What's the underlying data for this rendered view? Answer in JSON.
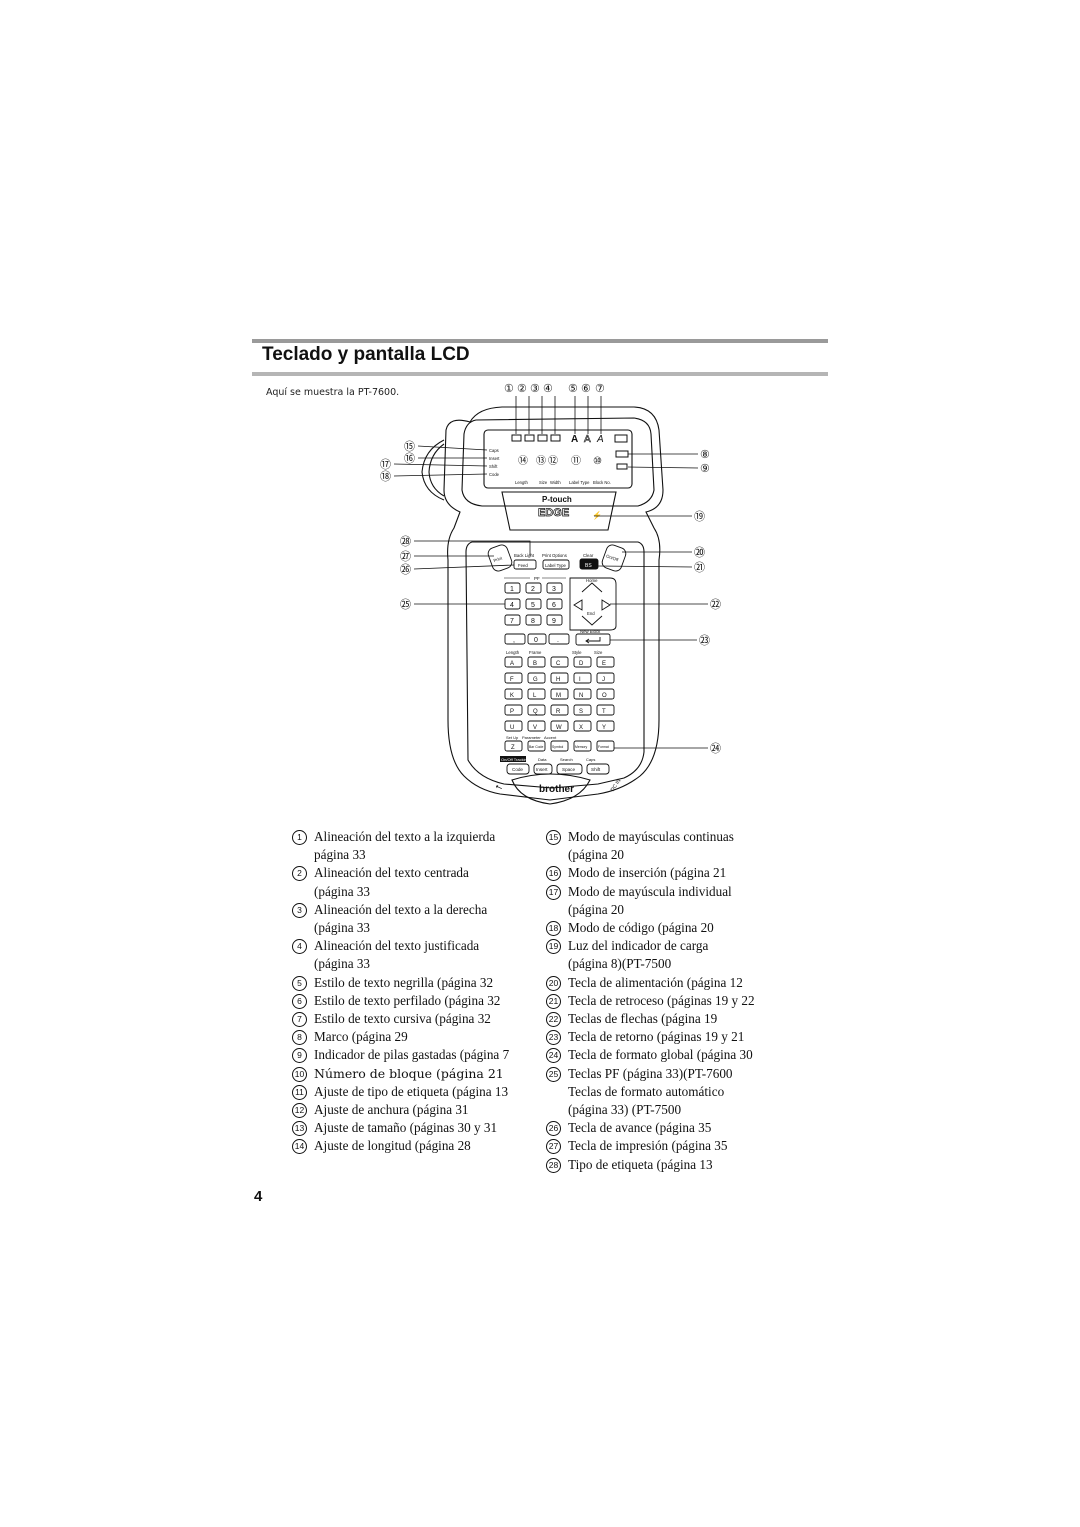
{
  "section": {
    "title": "Teclado y pantalla LCD",
    "caption": "Aquí se muestra la PT-7600."
  },
  "device": {
    "lcd_indicators": [
      "Caps",
      "Insert",
      "Shift",
      "Code"
    ],
    "lcd_bottom_labels": [
      "Length",
      "Size",
      "Width",
      "Label Type",
      "Block No."
    ],
    "logo_line1": "P-touch",
    "logo_line2": "EDGE",
    "top_keys": {
      "print": "Print",
      "feed": "Feed",
      "label_type": "Label Type",
      "bs": "BS",
      "on_off": "On/Off",
      "back_light": "Back Light",
      "print_options": "Print Options",
      "clear": "Clear"
    },
    "pf_label": "PF",
    "home_label": "Home",
    "end_label": "End",
    "new_block_label": "New Block",
    "num_keys": [
      "1",
      "2",
      "3",
      "4",
      "5",
      "6",
      "7",
      "8",
      "9",
      ",",
      "0",
      "."
    ],
    "func_labels": [
      "Length",
      "Frame",
      "Style",
      "Size"
    ],
    "letter_rows": [
      [
        "A",
        "B",
        "C",
        "D",
        "E"
      ],
      [
        "F",
        "G",
        "H",
        "I",
        "J"
      ],
      [
        "K",
        "L",
        "M",
        "N",
        "O"
      ],
      [
        "P",
        "Q",
        "R",
        "S",
        "T"
      ],
      [
        "U",
        "V",
        "W",
        "X",
        "Y"
      ]
    ],
    "lower_labels": [
      "Set Up",
      "Parameter",
      "Accent"
    ],
    "bottom_row": [
      "Z",
      "Bar Code",
      "Symbol",
      "Memory",
      "Format"
    ],
    "mod_labels": [
      "On/Off Tracking",
      "Data",
      "Search",
      "Caps"
    ],
    "mod_keys": [
      "Code",
      "Insert",
      "Space",
      "Shift"
    ],
    "brand": "brother",
    "callout_numbers": [
      "①",
      "②",
      "③",
      "④",
      "⑤",
      "⑥",
      "⑦",
      "⑧",
      "⑨",
      "⑩",
      "⑪",
      "⑫",
      "⑬",
      "⑭",
      "⑮",
      "⑯",
      "⑰",
      "⑱",
      "⑲",
      "⑳",
      "㉑",
      "㉒",
      "㉓",
      "㉔",
      "㉕",
      "㉖",
      "㉗",
      "㉘"
    ]
  },
  "legend_left": [
    {
      "num": "1",
      "lines": [
        "Alineación del texto a la izquierda",
        "página 33"
      ]
    },
    {
      "num": "2",
      "lines": [
        "Alineación del texto centrada",
        "(página 33"
      ]
    },
    {
      "num": "3",
      "lines": [
        "Alineación del texto a la derecha",
        "(página 33"
      ]
    },
    {
      "num": "4",
      "lines": [
        "Alineación del texto justificada",
        "(página 33"
      ]
    },
    {
      "num": "5",
      "lines": [
        "Estilo de texto negrilla (página 32"
      ]
    },
    {
      "num": "6",
      "lines": [
        "Estilo de texto perfilado (página 32"
      ]
    },
    {
      "num": "7",
      "lines": [
        "Estilo de texto cursiva (página 32"
      ]
    },
    {
      "num": "8",
      "lines": [
        "Marco (página 29"
      ]
    },
    {
      "num": "9",
      "lines": [
        "Indicador de pilas gastadas (página 7"
      ]
    },
    {
      "num": "10",
      "lines": [
        "Número de bloque (página 21"
      ]
    },
    {
      "num": "11",
      "lines": [
        "Ajuste de tipo de etiqueta (página 13"
      ]
    },
    {
      "num": "12",
      "lines": [
        "Ajuste de anchura (página 31"
      ]
    },
    {
      "num": "13",
      "lines": [
        "Ajuste de tamaño (páginas 30 y 31"
      ]
    },
    {
      "num": "14",
      "lines": [
        "Ajuste de longitud (página 28"
      ]
    }
  ],
  "legend_right": [
    {
      "num": "15",
      "lines": [
        "Modo de mayúsculas continuas",
        "(página 20"
      ]
    },
    {
      "num": "16",
      "lines": [
        "Modo de inserción (página 21"
      ]
    },
    {
      "num": "17",
      "lines": [
        "Modo de mayúscula individual",
        "(página 20"
      ]
    },
    {
      "num": "18",
      "lines": [
        "Modo de código (página 20"
      ]
    },
    {
      "num": "19",
      "lines": [
        "Luz del indicador de carga",
        "(página 8)(PT-7500"
      ]
    },
    {
      "num": "20",
      "lines": [
        "Tecla de alimentación (página 12"
      ]
    },
    {
      "num": "21",
      "lines": [
        "Tecla de retroceso (páginas 19 y 22"
      ]
    },
    {
      "num": "22",
      "lines": [
        "Teclas de flechas (página 19"
      ]
    },
    {
      "num": "23",
      "lines": [
        "Tecla de retorno (páginas 19 y 21"
      ]
    },
    {
      "num": "24",
      "lines": [
        "Tecla de formato global (página 30"
      ]
    },
    {
      "num": "25",
      "lines": [
        "Teclas PF (página 33)(PT-7600",
        "Teclas de formato automático",
        "(página 33) (PT-7500"
      ]
    },
    {
      "num": "26",
      "lines": [
        "Tecla de avance (página 35"
      ]
    },
    {
      "num": "27",
      "lines": [
        "Tecla de impresión (página 35"
      ]
    },
    {
      "num": "28",
      "lines": [
        "Tipo de etiqueta (página 13"
      ]
    }
  ],
  "page_number": "4"
}
